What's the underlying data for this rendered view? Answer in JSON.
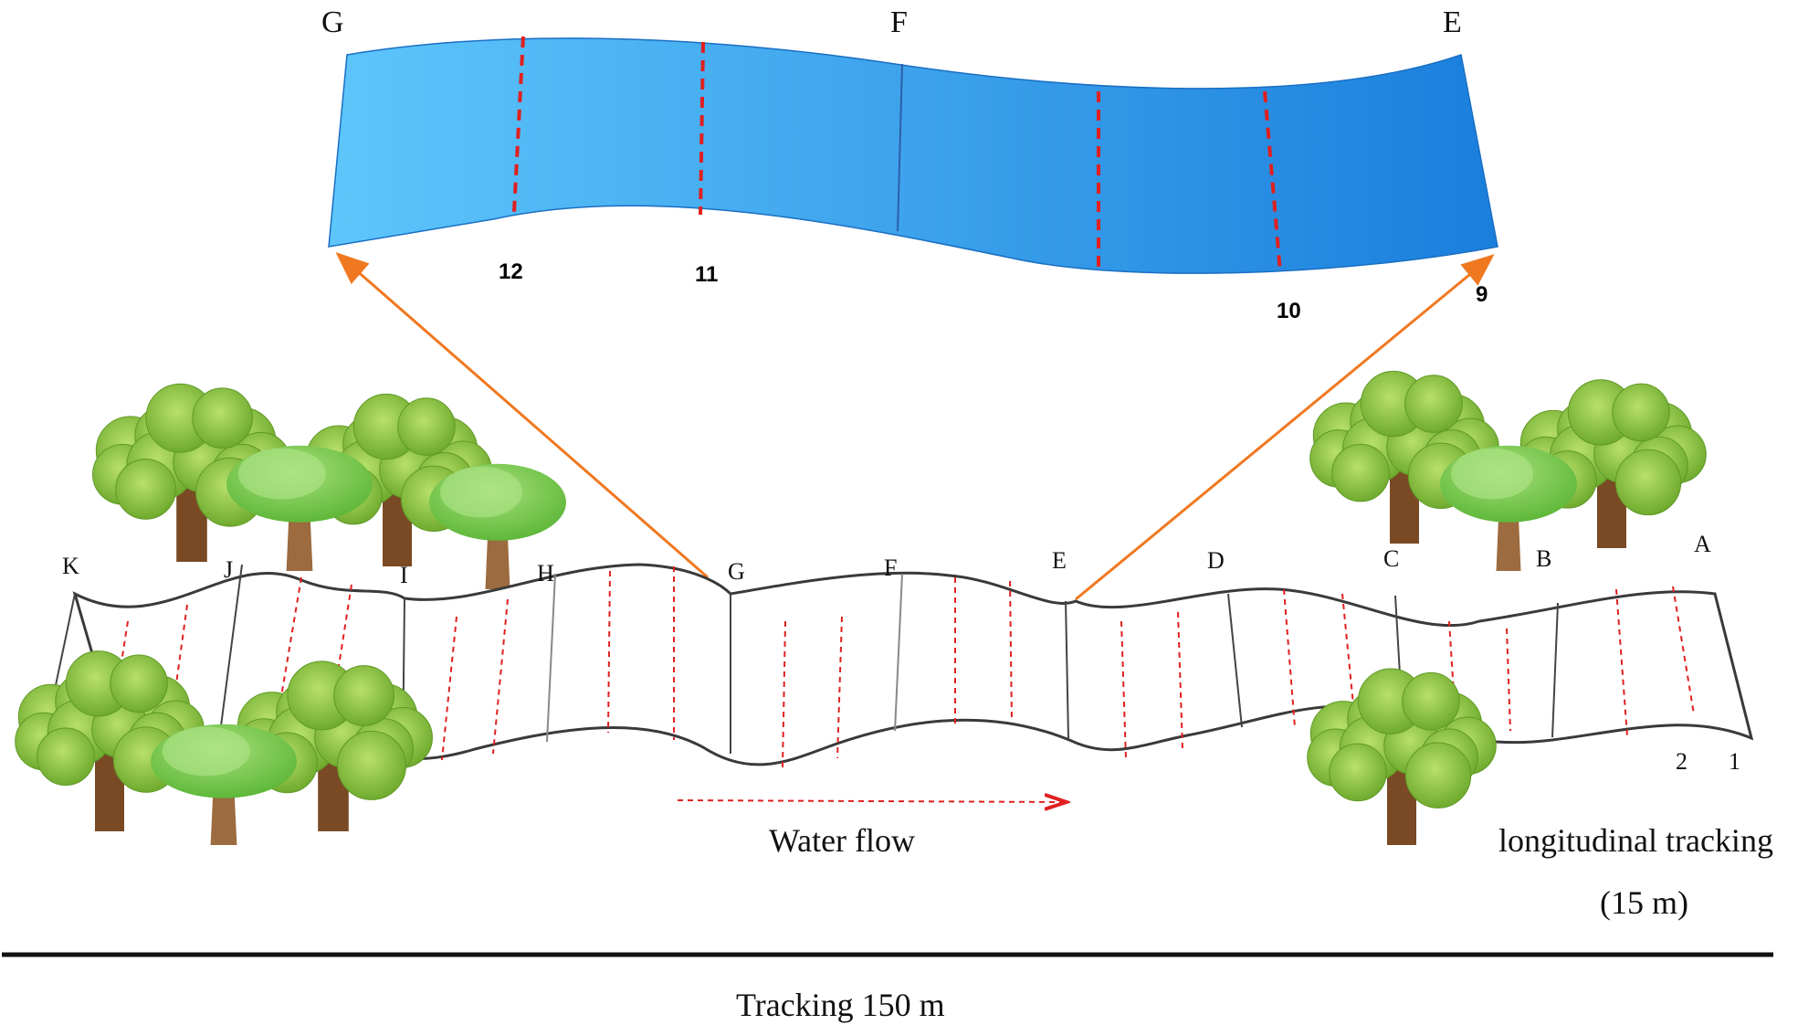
{
  "zoom": {
    "section_labels": [
      "G",
      "F",
      "E"
    ],
    "point_labels": [
      "12",
      "11",
      "10",
      "9"
    ]
  },
  "river": {
    "section_labels": [
      "K",
      "J",
      "I",
      "H",
      "G",
      "F",
      "E",
      "D",
      "C",
      "B",
      "A"
    ],
    "point_labels": [
      "2",
      "1"
    ]
  },
  "flow_label": "Water flow",
  "side_label_line1": "longitudinal tracking",
  "side_label_line2": "(15 m)",
  "bottom_label": "Tracking 150 m",
  "colors": {
    "water_light": "#52bff7",
    "water_dark": "#1c85e0",
    "dashed_section": "#e02020",
    "connector": "#f07820",
    "tree_leaf": "#8cc63f",
    "tree_trunk": "#7a4a25"
  }
}
